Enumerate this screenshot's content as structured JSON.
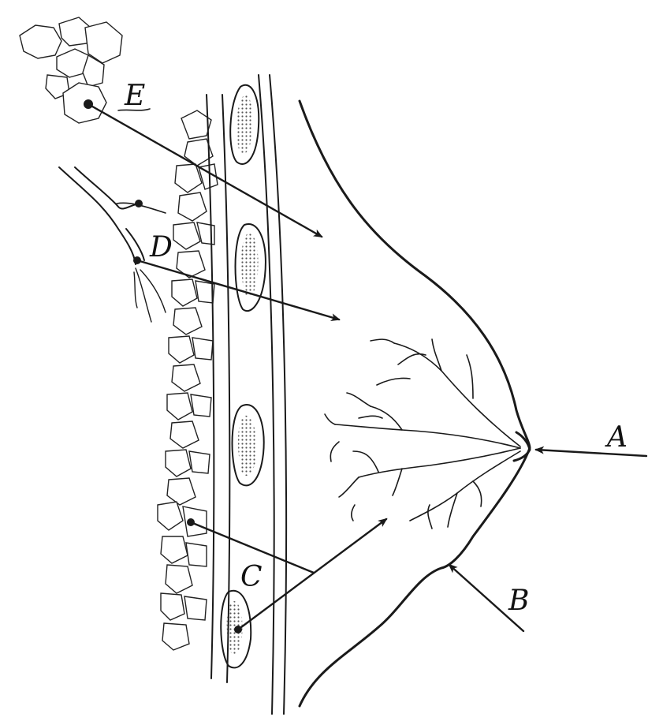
{
  "diagram": {
    "labels": {
      "a": "A",
      "b": "B",
      "c": "C",
      "d": "D",
      "e": "E"
    }
  }
}
